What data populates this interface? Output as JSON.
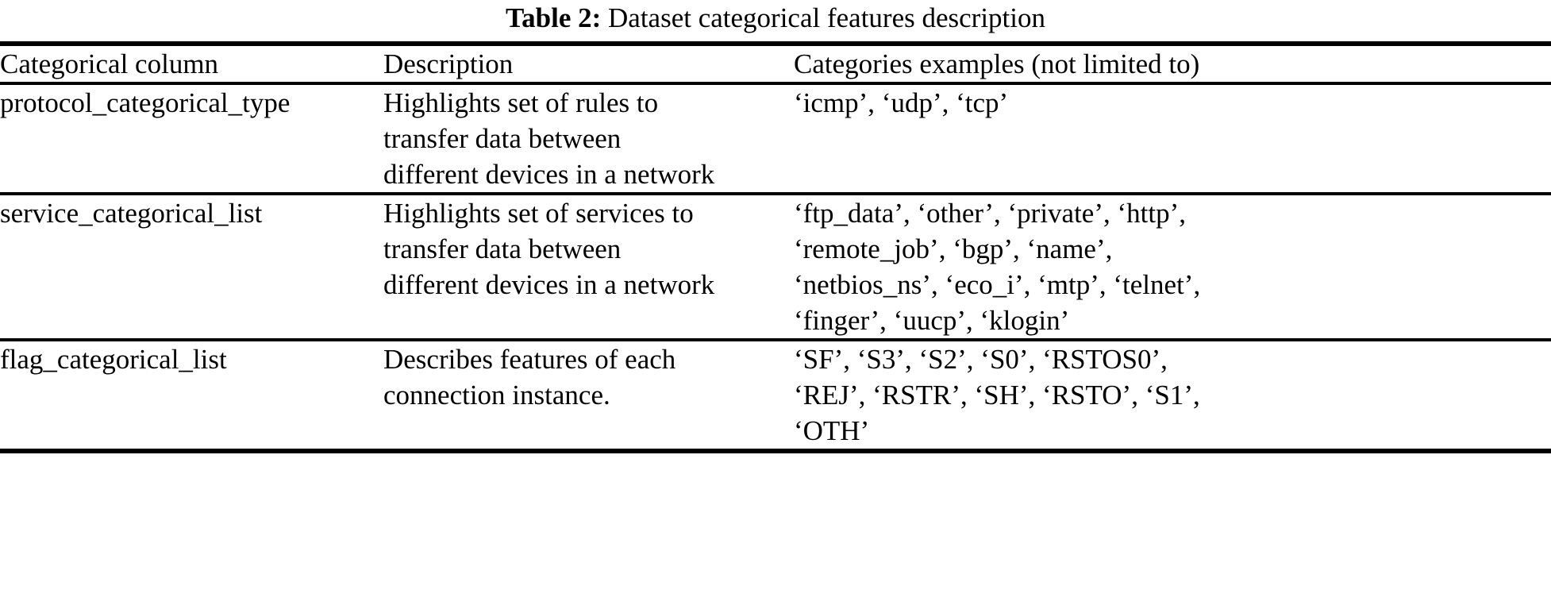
{
  "caption": {
    "label": "Table 2:",
    "text": "Dataset categorical features description"
  },
  "table": {
    "columns": [
      "Categorical column",
      "Description",
      "Categories examples (not limited to)"
    ],
    "rows": [
      {
        "column": "protocol_categorical_type",
        "description": [
          "Highlights set of rules to",
          "transfer data between",
          "different devices in a network"
        ],
        "categories": [
          "‘icmp’, ‘udp’, ‘tcp’"
        ]
      },
      {
        "column": "service_categorical_list",
        "description": [
          "Highlights set of services to",
          "transfer data between",
          "different devices in a network"
        ],
        "categories": [
          "‘ftp_data’, ‘other’, ‘private’, ‘http’,",
          "‘remote_job’, ‘bgp’, ‘name’,",
          "‘netbios_ns’, ‘eco_i’, ‘mtp’, ‘telnet’,",
          "‘finger’, ‘uucp’, ‘klogin’"
        ]
      },
      {
        "column": "flag_categorical_list",
        "description": [
          "Describes features of each",
          "connection instance."
        ],
        "categories": [
          "‘SF’, ‘S3’, ‘S2’, ‘S0’, ‘RSTOS0’,",
          "‘REJ’, ‘RSTR’, ‘SH’, ‘RSTO’, ‘S1’,",
          "‘OTH’"
        ]
      }
    ]
  }
}
